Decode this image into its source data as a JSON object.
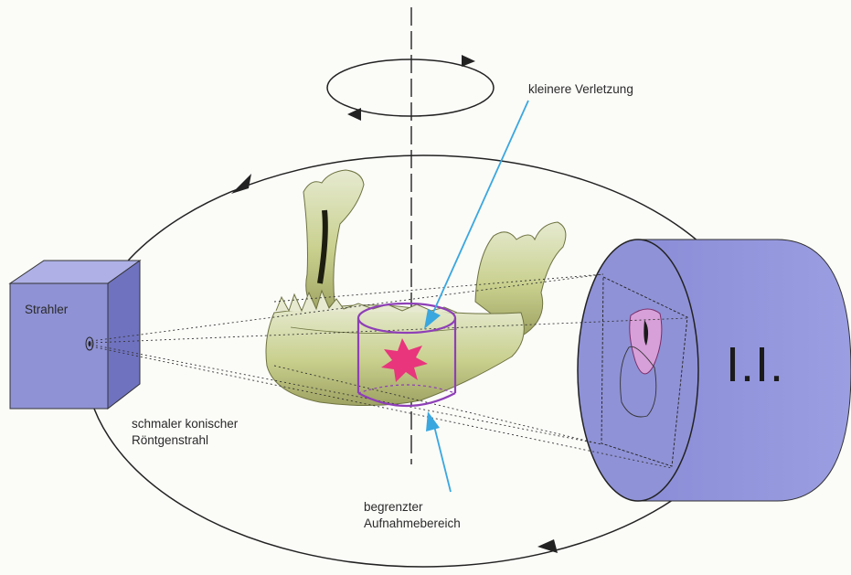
{
  "labels": {
    "source": "Strahler",
    "beam_line1": "schmaler konischer",
    "beam_line2": "Röntgenstrahl",
    "lesion": "kleinere Verletzung",
    "region_line1": "begrenzter",
    "region_line2": "Aufnahmebereich",
    "detector": "I.I."
  },
  "colors": {
    "source_box": "#8f92d4",
    "detector": "#9597dc",
    "roi_cylinder": "#8e3fb7",
    "lesion": "#e8357c",
    "pointer_arrow": "#3aa7df",
    "bone": "#cfd598"
  },
  "icons": {
    "rotation": "rotation-arrow-icon",
    "orbit": "orbit-arrow-icon",
    "pointer": "pointer-arrow-icon"
  }
}
